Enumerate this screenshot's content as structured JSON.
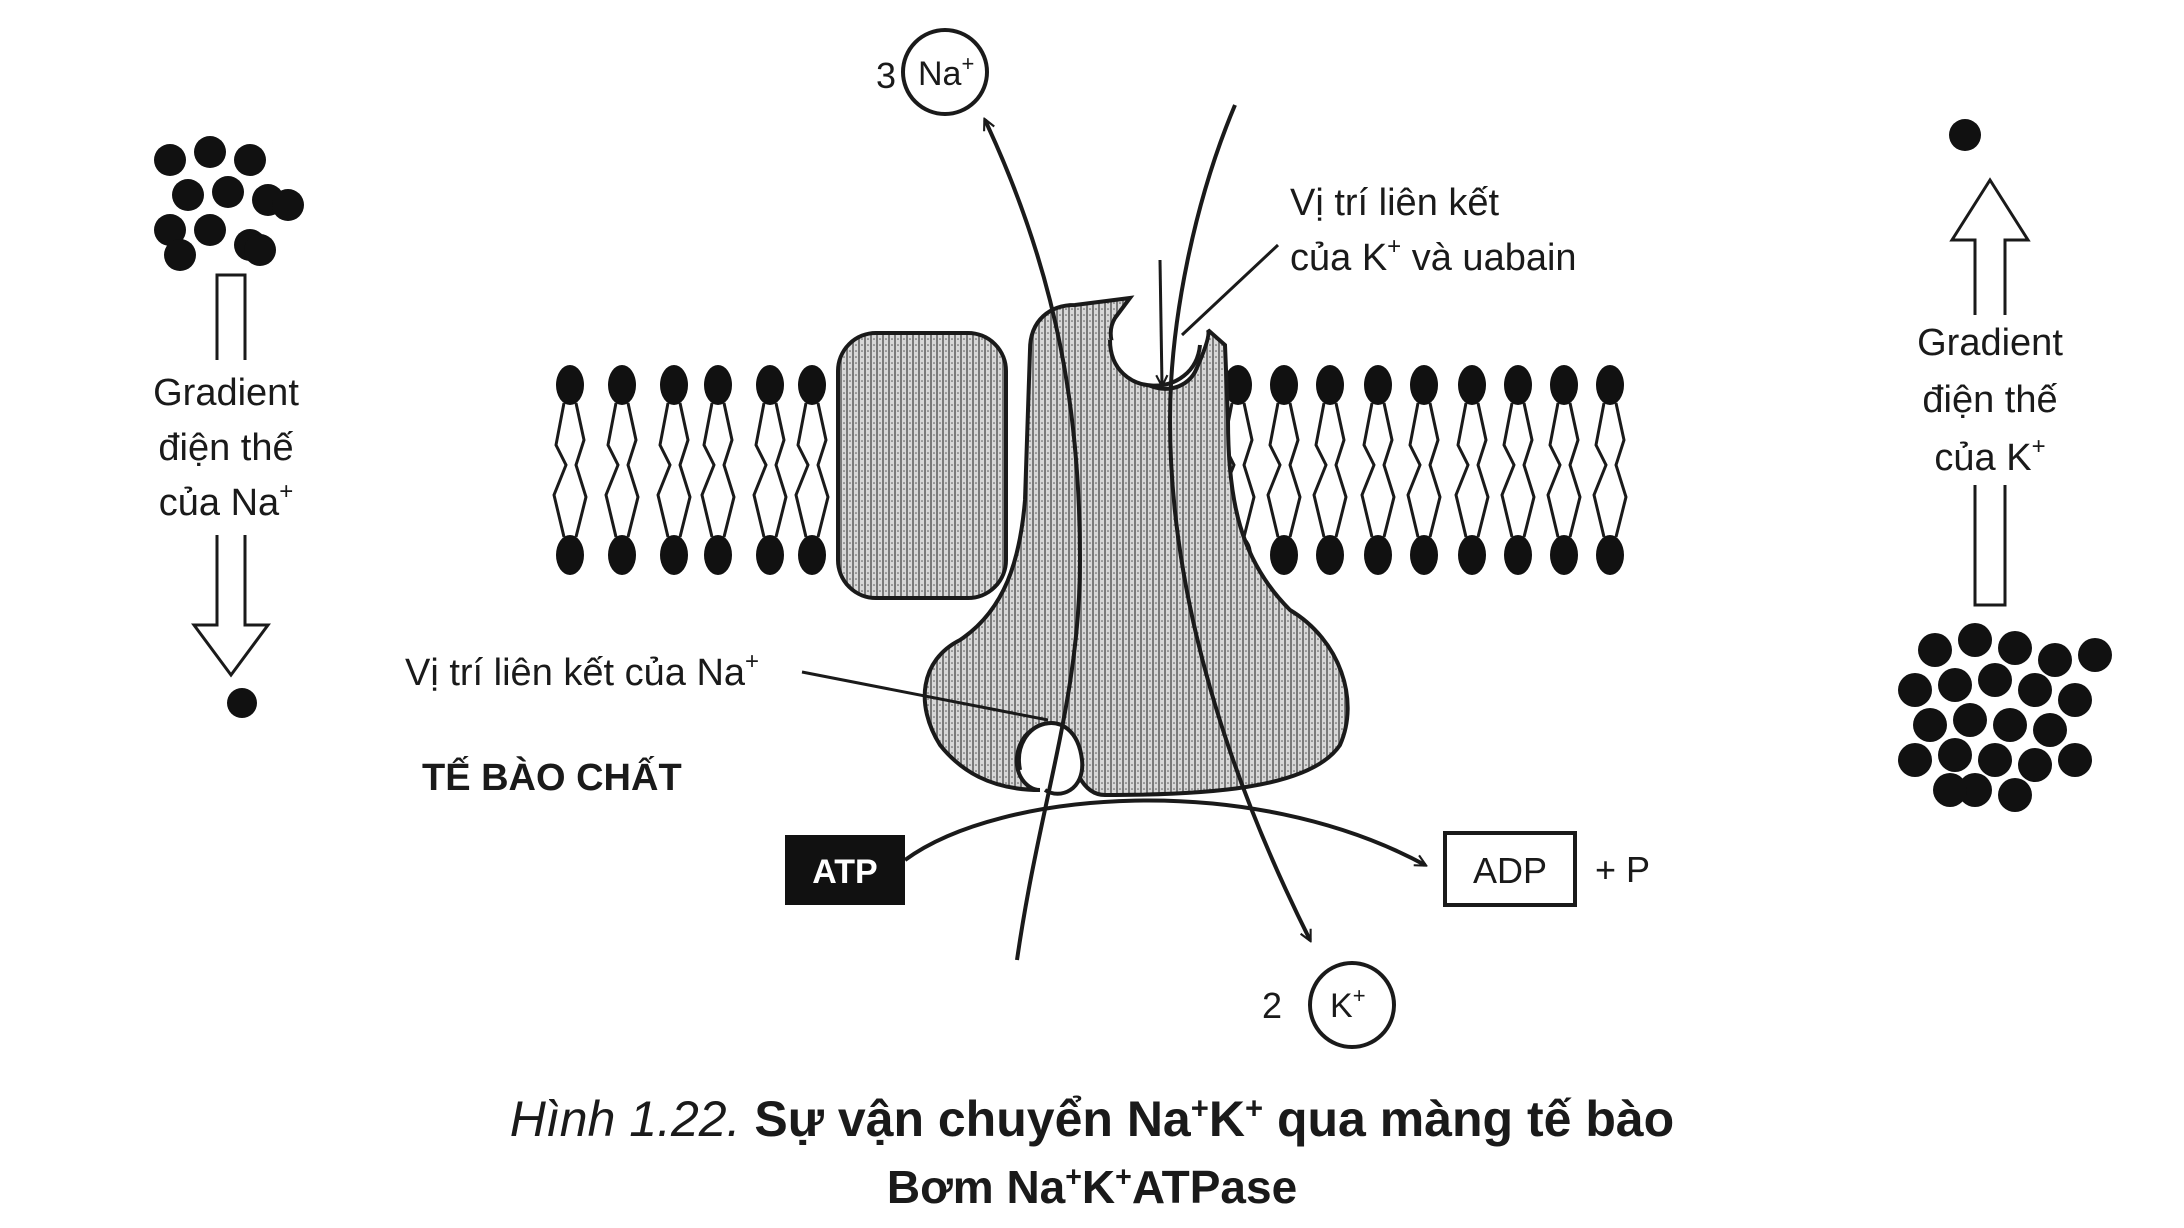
{
  "figure": {
    "na_count": "3",
    "na_label": "Na",
    "na_sup": "+",
    "k_count": "2",
    "k_label": "K",
    "k_sup": "+",
    "binding_site_k_line1": "Vị trí liên kết",
    "binding_site_k_line2_a": "của K",
    "binding_site_k_line2_sup": "+",
    "binding_site_k_line2_b": " và uabain",
    "binding_site_na_a": "Vị trí liên kết của Na",
    "binding_site_na_sup": "+",
    "cytoplasm_label": "TẾ BÀO CHẤT",
    "atp_label": "ATP",
    "adp_label": "ADP",
    "pi_label": "+ P",
    "left_gradient_line1": "Gradient",
    "left_gradient_line2": "điện thế",
    "left_gradient_line3_a": "của Na",
    "left_gradient_line3_sup": "+",
    "right_gradient_line1": "Gradient",
    "right_gradient_line2": "điện thế",
    "right_gradient_line3_a": "của K",
    "right_gradient_line3_sup": "+"
  },
  "caption": {
    "line1_figure_number": "Hình 1.22.",
    "line1_text_a": " Sự vận chuyển Na",
    "line1_sup_1": "+",
    "line1_text_b": "K",
    "line1_sup_2": "+",
    "line1_text_c": " qua màng tế bào",
    "line2_text_a": "Bơm Na",
    "line2_sup_1": "+",
    "line2_text_b": "K",
    "line2_sup_2": "+",
    "line2_text_c": "ATPase"
  }
}
